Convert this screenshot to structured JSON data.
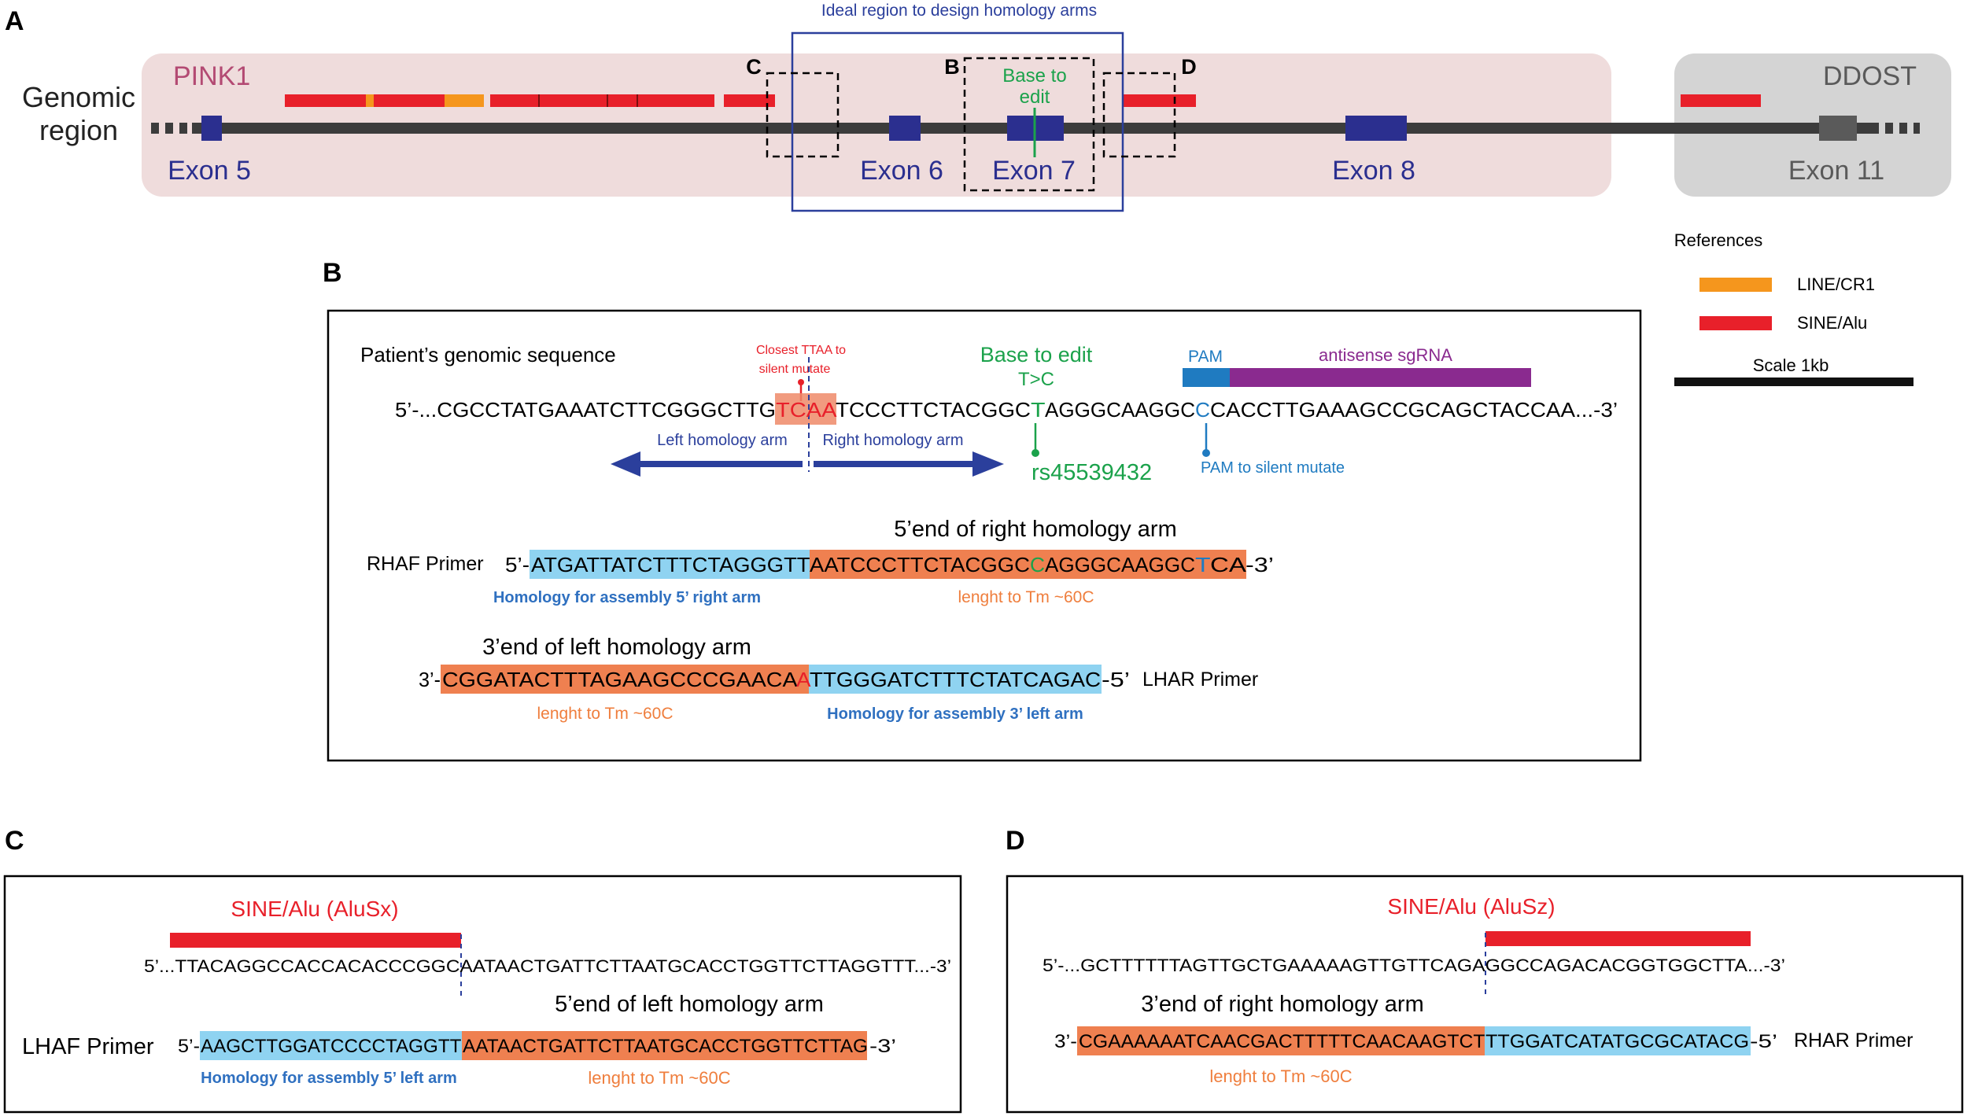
{
  "colors": {
    "pink_region": "#efdcdc",
    "grey_region": "#d4d4d4",
    "exon_blue": "#2b2f8f",
    "exon_grey": "#5a5a5a",
    "chromosome": "#3c3c3c",
    "sine_red": "#e8202a",
    "line_orange": "#f5961d",
    "frame_blue": "#2b3f9c",
    "green": "#1ba24b",
    "pam_blue": "#1f7bc1",
    "sgrna_purple": "#8a2a8f",
    "seq_cyan": "#8fd3f1",
    "seq_orange": "#ef8050",
    "text_orange": "#ef7e3d",
    "text_blue": "#2f70c0",
    "pink_text": "#b34a73"
  },
  "panelA": {
    "label": "A",
    "genomic_label_1": "Genomic",
    "genomic_label_2": "region",
    "gene1": "PINK1",
    "gene2": "DDOST",
    "ideal_region": "Ideal region to design homology arms",
    "box_c": "C",
    "box_b": "B",
    "box_d": "D",
    "base_edit_1": "Base to",
    "base_edit_2": "edit",
    "exons": [
      "Exon 5",
      "Exon 6",
      "Exon 7",
      "Exon 8",
      "Exon 11"
    ]
  },
  "references": {
    "title": "References",
    "items": [
      "LINE/CR1",
      "SINE/Alu"
    ],
    "scale": "Scale 1kb"
  },
  "panelB": {
    "label": "B",
    "patient_seq_label": "Patient’s genomic sequence",
    "closest_ttaa_1": "Closest TTAA to",
    "closest_ttaa_2": "silent mutate",
    "base_edit": "Base to edit",
    "mutation": "T>C",
    "pam": "PAM",
    "sgrna": "antisense sgRNA",
    "seq": {
      "a": "5’-...CGCCTATGAAATCTTCGGGCTTG",
      "b": "TCAA",
      "c": "TCCCTTCTACGGC",
      "d": "T",
      "e": "AGGGCAAGGC",
      "f": "C",
      "g": "CACCTTGAAAGCCGCAGCTACCAA...-3’"
    },
    "left_arm": "Left homology arm",
    "right_arm": "Right homology arm",
    "snp": "rs45539432",
    "pam_silent": "PAM to silent mutate",
    "rhaf_title": "5’end of right homology arm",
    "rhaf_name": "RHAF Primer",
    "rhaf": {
      "p5": "5’-",
      "cyan": "ATGATTATCTTTCTAGGGTT",
      "o1": "AATCCCTTCTACGGC",
      "g": "C",
      "o2": "AGGGCAAGGC",
      "b": "T",
      "o3": "CA",
      "p3": "-3’"
    },
    "rhaf_hom": "Homology for assembly 5’ right arm",
    "rhaf_tm": "lenght to Tm ~60C",
    "lhar_title": "3’end of left homology arm",
    "lhar_name": "LHAR Primer",
    "lhar": {
      "p3": "3’-",
      "o1": "CGGATACTTTAGAAGCCCGAACA",
      "r": "A",
      "cyan": "TTGGGATCTTTCTATCAGAC",
      "p5": "-5’"
    },
    "lhar_tm": "lenght to Tm ~60C",
    "lhar_hom": "Homology for assembly 3’ left arm"
  },
  "panelC": {
    "label": "C",
    "sine": "SINE/Alu (AluSx)",
    "seq": "5’...TTACAGGCCACCACACCCGGCAATAACTGATTCTTAATGCACCTGGTTCTTAGGTTT...-3’",
    "title": "5’end of left homology arm",
    "primer_name": "LHAF Primer",
    "primer": {
      "p5": "5’-",
      "cyan": "AAGCTTGGATCCCCTAGGTT",
      "orange": "AATAACTGATTCTTAATGCACCTGGTTCTTAG",
      "p3": "-3’"
    },
    "hom": "Homology for assembly 5’ left arm",
    "tm": "lenght to Tm ~60C"
  },
  "panelD": {
    "label": "D",
    "sine": "SINE/Alu (AluSz)",
    "seq": "5’-...GCTTTTTTAGTTGCTGAAAAAGTTGTTCAGAGGCCAGACACGGTGGCTTA...-3’",
    "title": "3’end of right homology arm",
    "primer_name": "RHAR Primer",
    "primer": {
      "p3": "3’-",
      "orange": "CGAAAAAATCAACGACTTTTTCAACAAGTCT",
      "cyan": "TTGGATCATATGCGCATACG",
      "p5": "-5’"
    },
    "tm": "lenght to Tm ~60C"
  }
}
